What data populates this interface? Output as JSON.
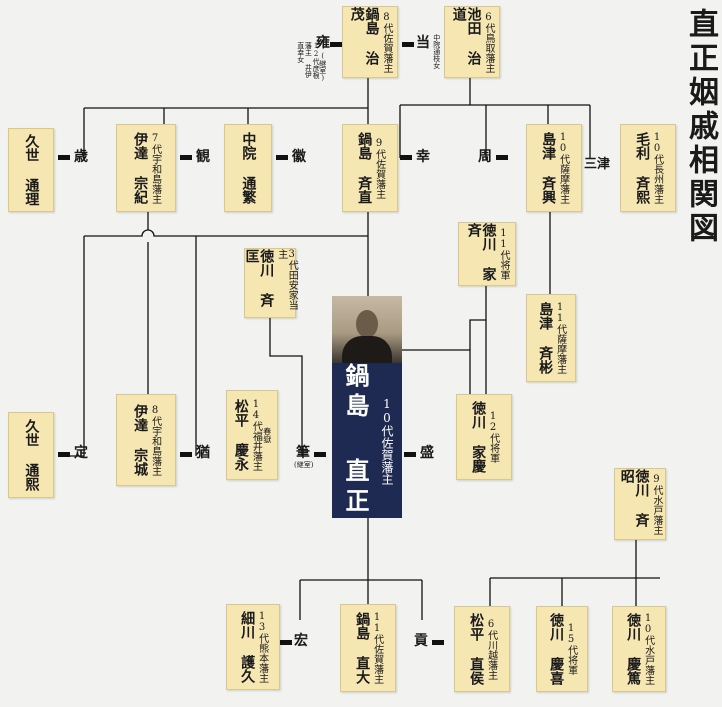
{
  "title": "直正姻戚相関図",
  "main": {
    "title": "10代佐賀藩主",
    "name": "鍋島 直正"
  },
  "cards": {
    "harushige": {
      "title": "8代佐賀藩主",
      "name": "鍋島 治茂"
    },
    "narimichi": {
      "title": "6代鳥取藩主",
      "name": "池田 治道"
    },
    "narisato": {
      "title": "9代佐賀藩主",
      "name": "鍋島 斉直"
    },
    "kuze1": {
      "title": "",
      "name": "久世 通理"
    },
    "munetada": {
      "title": "7代宇和島藩主",
      "name": "伊達 宗紀"
    },
    "nakanoin": {
      "title": "",
      "name": "中院 通繁"
    },
    "nariokira": {
      "title": "10代薩摩藩主",
      "name": "島津 斉興"
    },
    "mori": {
      "title": "10代長州藩主",
      "name": "毛利 斉熙"
    },
    "ienari": {
      "title": "11代将軍",
      "name": "徳川 家斉"
    },
    "tayasu": {
      "title": "3代田安家当主",
      "name": "徳川 斉匡"
    },
    "nariakira": {
      "title": "11代薩摩藩主",
      "name": "島津 斉彬"
    },
    "kuze2": {
      "title": "",
      "name": "久世 通熙"
    },
    "munenari": {
      "title": "8代宇和島藩主",
      "name": "伊達 宗城"
    },
    "yoshinaga": {
      "title": "14代福井藩主",
      "name": "松平 慶永",
      "note": "春嶽"
    },
    "iesada": {
      "title": "12代将軍",
      "name": "徳川 家慶"
    },
    "nariaki": {
      "title": "9代水戸藩主",
      "name": "徳川 斉昭"
    },
    "hosokawa": {
      "title": "13代熊本藩主",
      "name": "細川 護久"
    },
    "naohiro": {
      "title": "11代佐賀藩主",
      "name": "鍋島 直大"
    },
    "naotoshi": {
      "title": "6代川越藩主",
      "name": "松平 直侯"
    },
    "yoshinobu": {
      "title": "15代将軍",
      "name": "徳川 慶喜"
    },
    "yoshiatsu": {
      "title": "10代水戸藩主",
      "name": "徳川 慶篤"
    }
  },
  "labels": {
    "you": "雍",
    "you_note": "(継室)",
    "tou": "当",
    "tou_note": "中院通枝女",
    "ii_note": "12代彦根藩主 井伊直幸女",
    "sai": "幸",
    "shu": "周",
    "mitsu": "三津",
    "sai2": "歳",
    "kan": "観",
    "toku": "徽",
    "tei": "定",
    "yu": "猶",
    "fude": "筆",
    "fude_note": "(継室)",
    "mori": "盛",
    "hiro": "宏",
    "mitsugu": "貢"
  }
}
